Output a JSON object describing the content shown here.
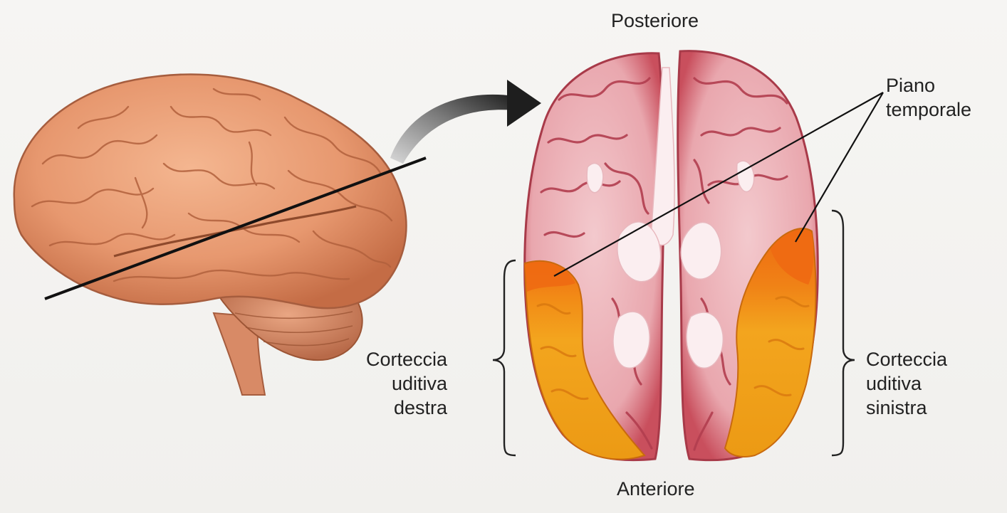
{
  "labels": {
    "top": "Posteriore",
    "bottom": "Anteriore",
    "temporal_plane": [
      "Piano",
      "temporale"
    ],
    "right_auditory_cortex": [
      "Corteccia",
      "uditiva",
      "destra"
    ],
    "left_auditory_cortex": [
      "Corteccia",
      "uditiva",
      "sinistra"
    ]
  },
  "colors": {
    "brain_surface": "#e7986f",
    "brain_shadow": "#b9643e",
    "slice_gray_matter": "#c94f5d",
    "slice_white_matter": "#f2c7cb",
    "auditory_cortex": "#f2a21c",
    "temporal_plane": "#ee6a12",
    "arrow": "#2b2b2b"
  }
}
